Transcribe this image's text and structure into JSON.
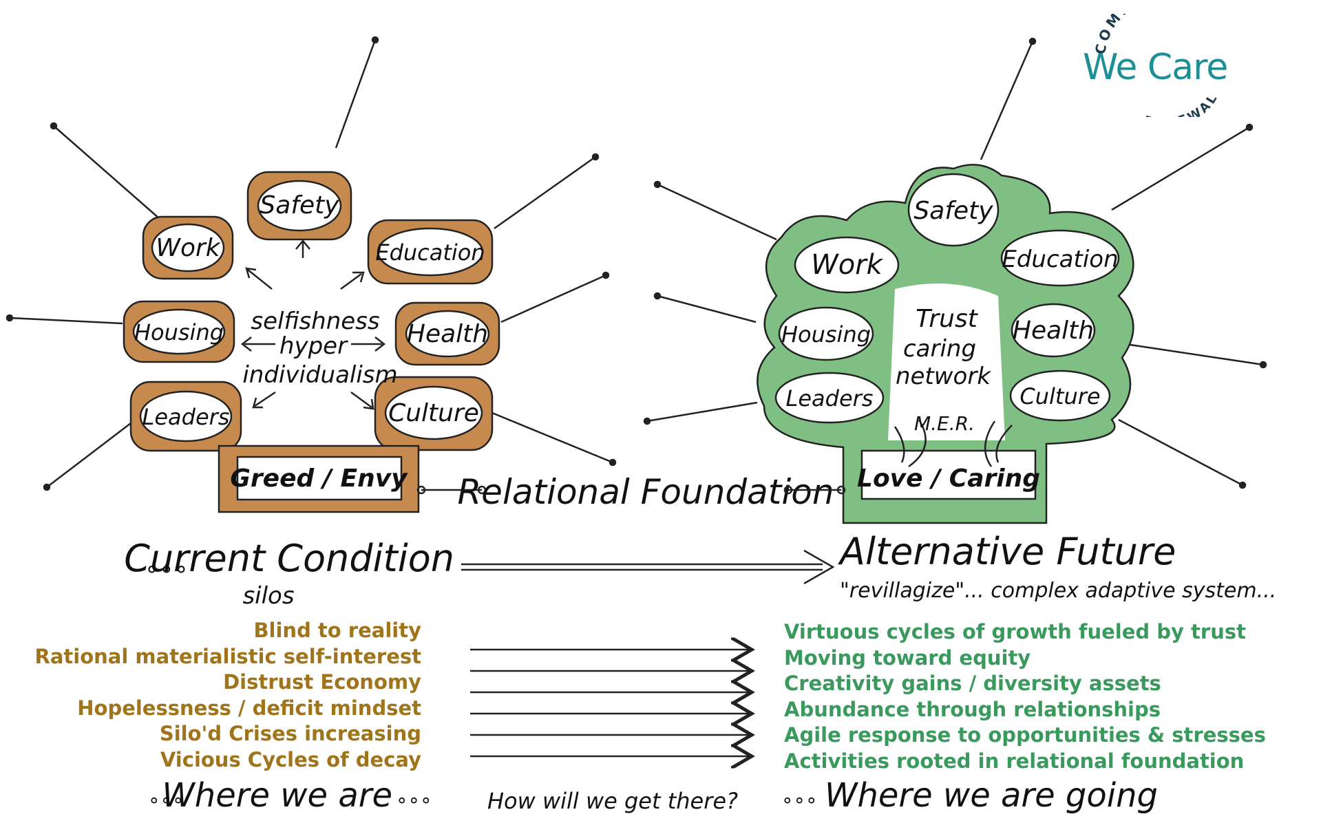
{
  "logo": {
    "top_text": "COMMUNITY",
    "main_text": "We Care",
    "bottom_text": "RENEWAL",
    "color": "#1e8f95"
  },
  "left_diagram": {
    "boxes": [
      "Safety",
      "Work",
      "Education",
      "Housing",
      "Health",
      "Leaders",
      "Culture"
    ],
    "center_lines": [
      "selfishness",
      "hyper",
      "individualism"
    ],
    "foundation": "Greed / Envy",
    "color": "#c68a4e"
  },
  "right_diagram": {
    "boxes": [
      "Safety",
      "Work",
      "Education",
      "Housing",
      "Health",
      "Leaders",
      "Culture"
    ],
    "center_lines": [
      "Trust",
      "caring",
      "network",
      "M.E.R."
    ],
    "foundation": "Love / Caring",
    "color": "#7fbf84"
  },
  "connector_label": "Relational Foundation",
  "left_heading": "Current Condition",
  "left_subheading": "silos",
  "right_heading": "Alternative Future",
  "right_subheading": "\"revillagize\"... complex adaptive system...",
  "left_list": [
    "Blind to reality",
    "Rational materialistic self-interest",
    "Distrust Economy",
    "Hopelessness / deficit mindset",
    "Silo'd Crises increasing",
    "Vicious Cycles of decay"
  ],
  "right_list": [
    "Virtuous cycles of growth fueled by trust",
    "Moving toward equity",
    "Creativity gains / diversity assets",
    "Abundance through relationships",
    "Agile response to opportunities & stresses",
    "Activities rooted in relational foundation"
  ],
  "footer_left": "Where we are",
  "footer_middle": "How will we get there?",
  "footer_right": "Where we are going",
  "colors": {
    "brown_text": "#a0741a",
    "green_text": "#3a9a5e"
  }
}
